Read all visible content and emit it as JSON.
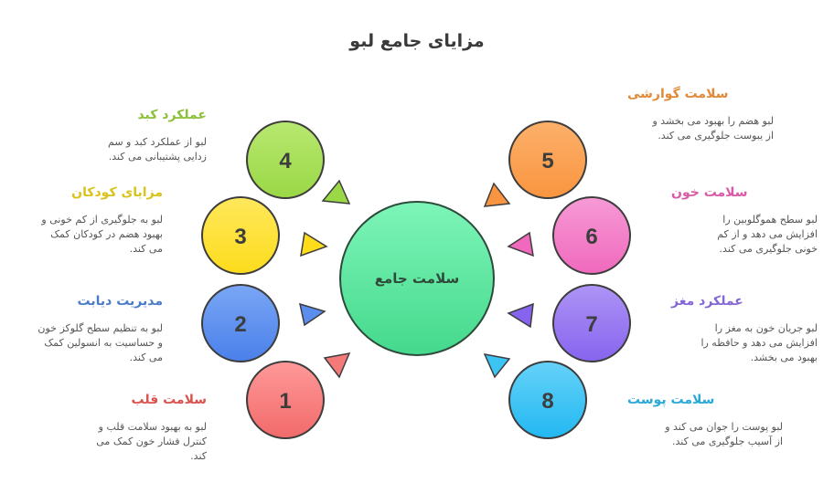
{
  "title": "مزایای جامع لبو",
  "center": {
    "label": "سلامت جامع",
    "color": "#5ee8a0"
  },
  "items": [
    {
      "number": "1",
      "heading": "سلامت قلب",
      "description": "لبو به بهبود سلامت قلب و کنترل فشار خون کمک می کند.",
      "color": "#f47a7a",
      "heading_color": "#d9534f"
    },
    {
      "number": "2",
      "heading": "مدیریت دیابت",
      "description": "لبو به تنظیم سطح گلوکز خون و حساسیت به انسولین کمک می کند.",
      "color": "#5b8def",
      "heading_color": "#4a7bc8"
    },
    {
      "number": "3",
      "heading": "مزایای کودکان",
      "description": "لبو به جلوگیری از کم خونی و بهبود هضم در کودکان کمک می کند.",
      "color": "#fde23a",
      "heading_color": "#d9c21a"
    },
    {
      "number": "4",
      "heading": "عملکرد کبد",
      "description": "لبو از عملکرد کبد و سم زدایی پشتیبانی می کند.",
      "color": "#a8e05a",
      "heading_color": "#8cc03a"
    },
    {
      "number": "5",
      "heading": "سلامت گوارشی",
      "description": "لبو هضم را بهبود می بخشد و از یبوست جلوگیری می کند.",
      "color": "#fba255",
      "heading_color": "#e08a3a"
    },
    {
      "number": "6",
      "heading": "سلامت خون",
      "description": "لبو سطح هموگلوبین را افزایش می دهد و از کم خونی جلوگیری می کند.",
      "color": "#f481c9",
      "heading_color": "#d95aa8"
    },
    {
      "number": "7",
      "heading": "عملکرد مغز",
      "description": "لبو جریان خون به مغز را افزایش می دهد و حافظه را بهبود می بخشد.",
      "color": "#9b7cf2",
      "heading_color": "#8466d6"
    },
    {
      "number": "8",
      "heading": "سلامت پوست",
      "description": "لبو پوست را جوان می کند و از آسیب جلوگیری می کند.",
      "color": "#3cc4f5",
      "heading_color": "#2aa8d8"
    }
  ]
}
